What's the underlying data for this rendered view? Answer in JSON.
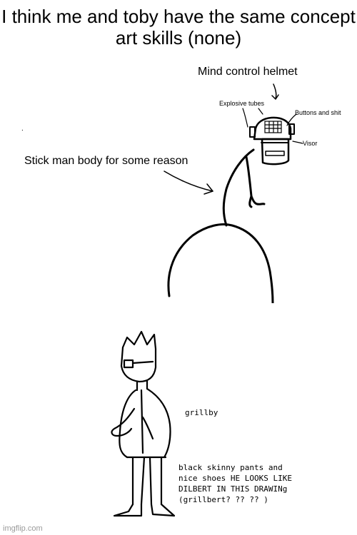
{
  "caption": "I think me and toby have the same concept art skills (none)",
  "top_panel": {
    "mind_control_helmet": "Mind control helmet",
    "explosive_tubes": "Explosive tubes",
    "buttons_and_shit": "Buttons and shit",
    "visor": "Visor",
    "stick_man_body": "Stick man body for some reason",
    "dot": "."
  },
  "bottom_panel": {
    "grillby": "grillby",
    "pants_note": "black skinny pants and nice shoes HE LOOKS LIKE DILBERT IN THIS DRAWINg (grillbert? ?? ?? )"
  },
  "watermark": "imgflip.com"
}
